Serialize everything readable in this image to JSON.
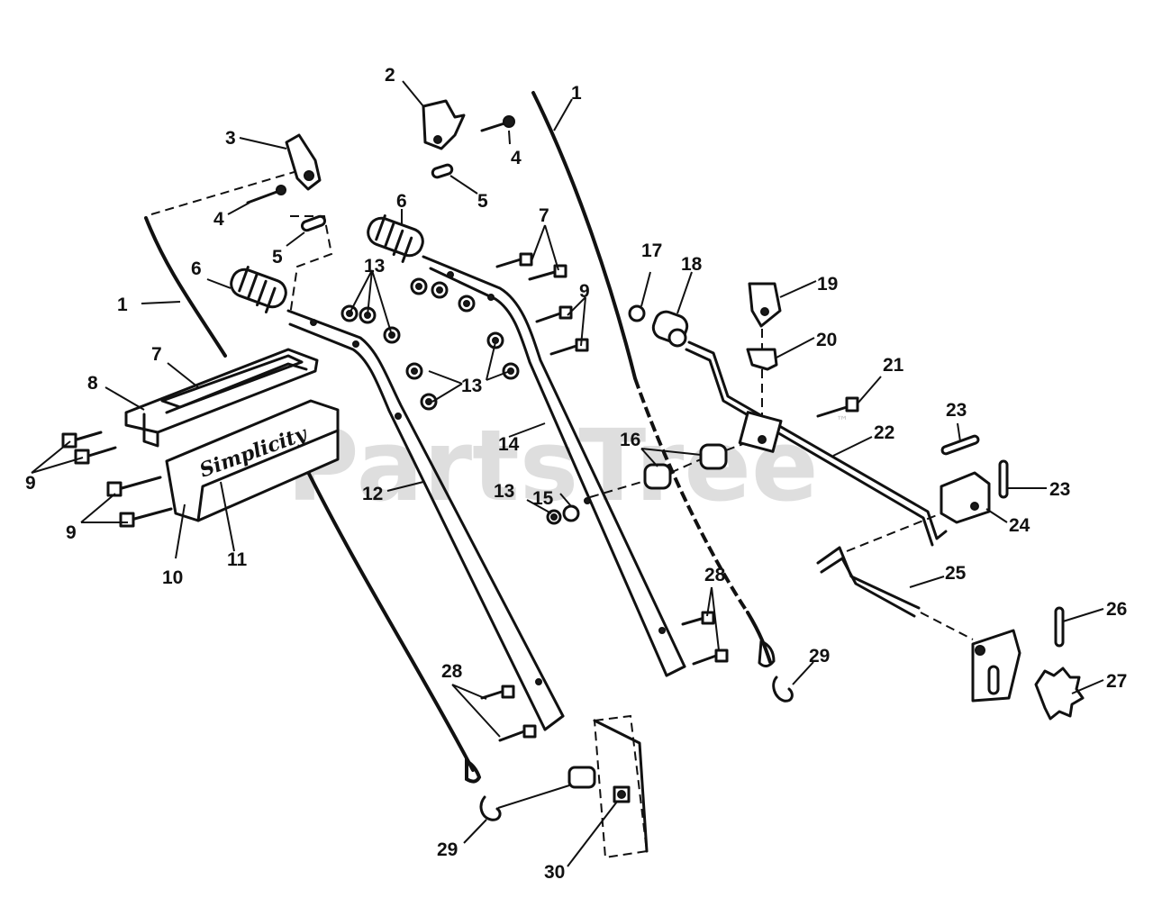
{
  "watermark": {
    "text": "PartsTree",
    "tm": "™"
  },
  "brand_label": "Simplicity",
  "callouts": {
    "c1a": "1",
    "c1b": "1",
    "c2": "2",
    "c3": "3",
    "c4a": "4",
    "c4b": "4",
    "c5a": "5",
    "c5b": "5",
    "c6a": "6",
    "c6b": "6",
    "c7a": "7",
    "c7b": "7",
    "c8": "8",
    "c9a": "9",
    "c9b": "9",
    "c9c": "9",
    "c10": "10",
    "c11": "11",
    "c12": "12",
    "c13a": "13",
    "c13b": "13",
    "c13c": "13",
    "c14": "14",
    "c15": "15",
    "c16": "16",
    "c17": "17",
    "c18": "18",
    "c19": "19",
    "c20": "20",
    "c21": "21",
    "c22": "22",
    "c23a": "23",
    "c23b": "23",
    "c24": "24",
    "c25": "25",
    "c26": "26",
    "c27": "27",
    "c28a": "28",
    "c28b": "28",
    "c29a": "29",
    "c29b": "29",
    "c30": "30"
  }
}
